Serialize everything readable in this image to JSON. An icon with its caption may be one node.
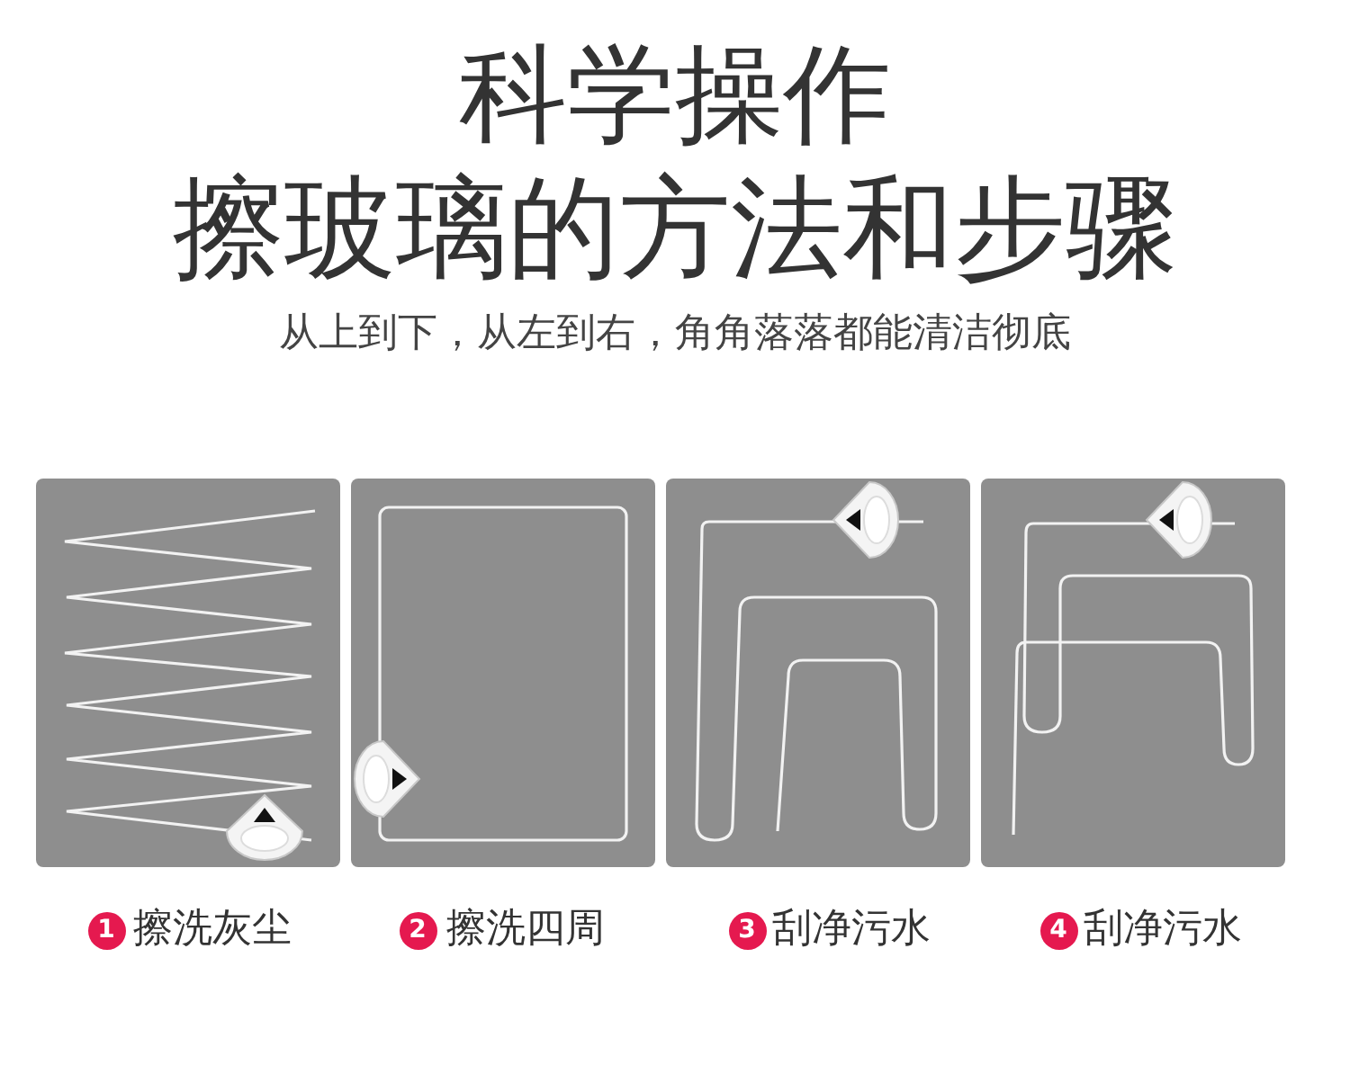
{
  "diagram": {
    "title": "科学操作",
    "nodes": [
      {
        "text": [
          "1"
        ],
        "beside": [
          "擦洗灰尘"
        ]
      },
      {
        "text": [
          "2"
        ],
        "beside": [
          "擦洗四周"
        ]
      },
      {
        "text": [
          "3"
        ],
        "beside": [
          "刮净污水"
        ]
      },
      {
        "text": [
          "4"
        ],
        "beside": [
          "刮净污水"
        ]
      }
    ],
    "labels": [
      "擦玻璃的方法和步骤",
      "从上到下，从左到右，角角落落都能清洁彻底"
    ]
  }
}
